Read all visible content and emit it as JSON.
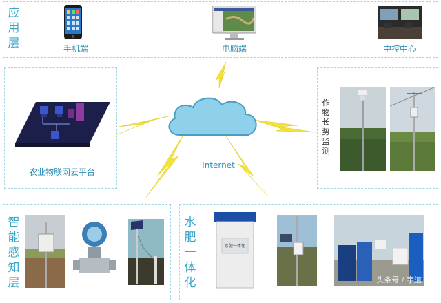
{
  "app_layer": {
    "title": "应用层",
    "devices": [
      {
        "label": "手机端",
        "icon": "smartphone-icon"
      },
      {
        "label": "电脑端",
        "icon": "desktop-computer-icon"
      },
      {
        "label": "中控中心",
        "icon": "control-center-icon"
      }
    ]
  },
  "cloud_platform": {
    "label": "农业物联网云平台"
  },
  "network": {
    "label": "Internet"
  },
  "crop_monitor": {
    "title": "作物长势监测"
  },
  "sensing_layer": {
    "title": "智能感知层"
  },
  "water_fertilizer": {
    "title": "水肥一体化",
    "cabinet_text": "水肥一体化"
  },
  "watermark": "头条号 / 宇道",
  "colors": {
    "accent": "#3aa7c9",
    "border": "#9fd6e6",
    "lightning": "#f3e23a",
    "cloud": "#8fd0ea"
  }
}
